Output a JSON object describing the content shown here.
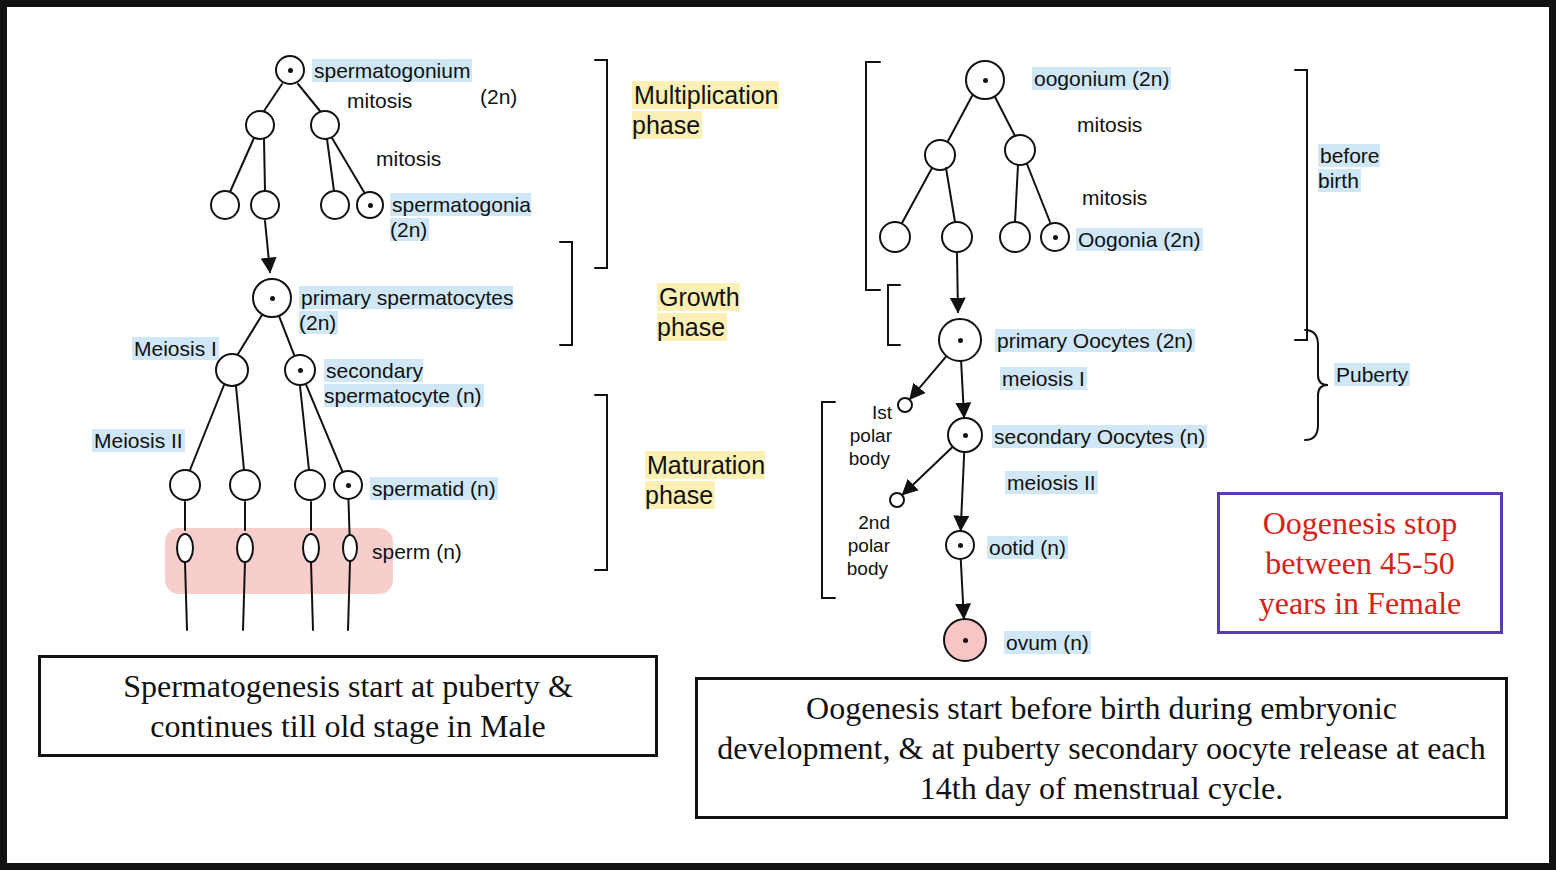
{
  "diagram": {
    "nodes": [
      {
        "text": [
          "spermatogonium"
        ]
      },
      {
        "text": [
          "spermatogonia (2n)"
        ]
      },
      {
        "text": [
          "primary spermatocytes (2n)"
        ]
      },
      {
        "text": [
          "secondary spermatocyte (n)"
        ]
      },
      {
        "text": [
          "spermatid (n)"
        ]
      },
      {
        "text": [
          "sperm (n)"
        ]
      },
      {
        "text": [
          "oogonium (2n)"
        ]
      },
      {
        "text": [
          "Oogonia (2n)"
        ]
      },
      {
        "text": [
          "primary Oocytes (2n)"
        ]
      },
      {
        "text": [
          "Ist polar body"
        ]
      },
      {
        "text": [
          "secondary Oocytes (n)"
        ]
      },
      {
        "text": [
          "2nd polar body"
        ]
      },
      {
        "text": [
          "ootid (n)"
        ]
      },
      {
        "text": [
          "ovum (n)"
        ]
      },
      {
        "text": [
          "Spermatogenesis start at puberty & continues till old stage in Male"
        ]
      },
      {
        "text": [
          "Oogenesis start before birth during embryonic development, & at puberty secondary oocyte release at each 14th day of menstrual cycle."
        ]
      },
      {
        "text": [
          "Oogenesis stop between 45-50 years in Female"
        ]
      }
    ],
    "edges": [
      {
        "from": 2,
        "to": 3,
        "arrow": "none"
      },
      {
        "from": 3,
        "to": 4,
        "arrow": "none"
      },
      {
        "from": 4,
        "to": 5,
        "arrow": "none"
      },
      {
        "from": 8,
        "to": 10,
        "arrow": "to"
      },
      {
        "from": 8,
        "to": 9,
        "arrow": "to"
      },
      {
        "from": 10,
        "to": 12,
        "arrow": "to"
      },
      {
        "from": 10,
        "to": 11,
        "arrow": "to"
      },
      {
        "from": 12,
        "to": 13,
        "arrow": "to"
      }
    ],
    "labels": [
      "mitosis",
      "(2n)",
      "mitosis",
      "Meiosis I",
      "Meiosis II",
      "Multiplication phase",
      "Growth phase",
      "Maturation phase",
      "mitosis",
      "mitosis",
      "meiosis I",
      "meiosis II",
      "before birth",
      "Puberty"
    ]
  }
}
